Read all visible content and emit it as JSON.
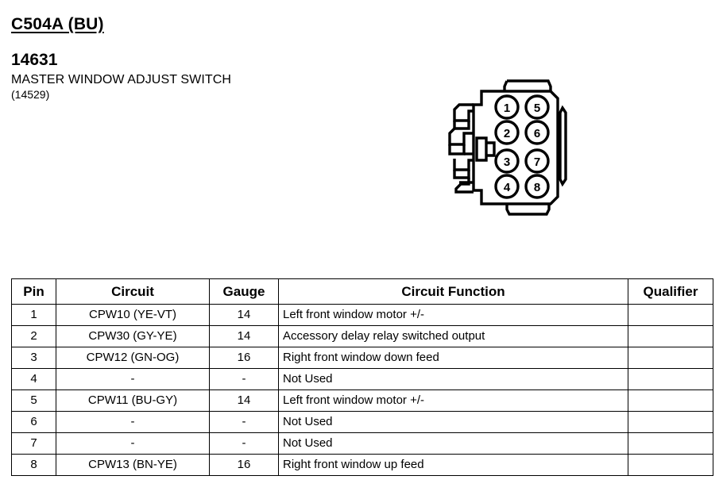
{
  "header": {
    "connector_id": "C504A (BU)",
    "part_number": "14631",
    "part_name": "MASTER WINDOW ADJUST SWITCH",
    "alt_part_number": "(14529)"
  },
  "connector": {
    "name": "8-way-connector-face-view",
    "pin_count": 8,
    "layout": "2 columns x 4 rows",
    "pins": [
      {
        "label": "1",
        "col": 0,
        "row": 0
      },
      {
        "label": "2",
        "col": 0,
        "row": 1
      },
      {
        "label": "3",
        "col": 0,
        "row": 2
      },
      {
        "label": "4",
        "col": 0,
        "row": 3
      },
      {
        "label": "5",
        "col": 1,
        "row": 0
      },
      {
        "label": "6",
        "col": 1,
        "row": 1
      },
      {
        "label": "7",
        "col": 1,
        "row": 2
      },
      {
        "label": "8",
        "col": 1,
        "row": 3
      }
    ]
  },
  "table": {
    "columns": [
      "Pin",
      "Circuit",
      "Gauge",
      "Circuit Function",
      "Qualifier"
    ],
    "rows": [
      {
        "pin": "1",
        "circuit": "CPW10 (YE-VT)",
        "gauge": "14",
        "function": "Left front window motor +/-",
        "qualifier": ""
      },
      {
        "pin": "2",
        "circuit": "CPW30 (GY-YE)",
        "gauge": "14",
        "function": "Accessory delay relay switched output",
        "qualifier": ""
      },
      {
        "pin": "3",
        "circuit": "CPW12 (GN-OG)",
        "gauge": "16",
        "function": "Right front window down feed",
        "qualifier": ""
      },
      {
        "pin": "4",
        "circuit": "-",
        "gauge": "-",
        "function": "Not Used",
        "qualifier": ""
      },
      {
        "pin": "5",
        "circuit": "CPW11 (BU-GY)",
        "gauge": "14",
        "function": "Left front window motor +/-",
        "qualifier": ""
      },
      {
        "pin": "6",
        "circuit": "-",
        "gauge": "-",
        "function": "Not Used",
        "qualifier": ""
      },
      {
        "pin": "7",
        "circuit": "-",
        "gauge": "-",
        "function": "Not Used",
        "qualifier": ""
      },
      {
        "pin": "8",
        "circuit": "CPW13 (BN-YE)",
        "gauge": "16",
        "function": "Right front window up feed",
        "qualifier": ""
      }
    ]
  },
  "colors": {
    "ink": "#000000",
    "background": "#ffffff"
  }
}
